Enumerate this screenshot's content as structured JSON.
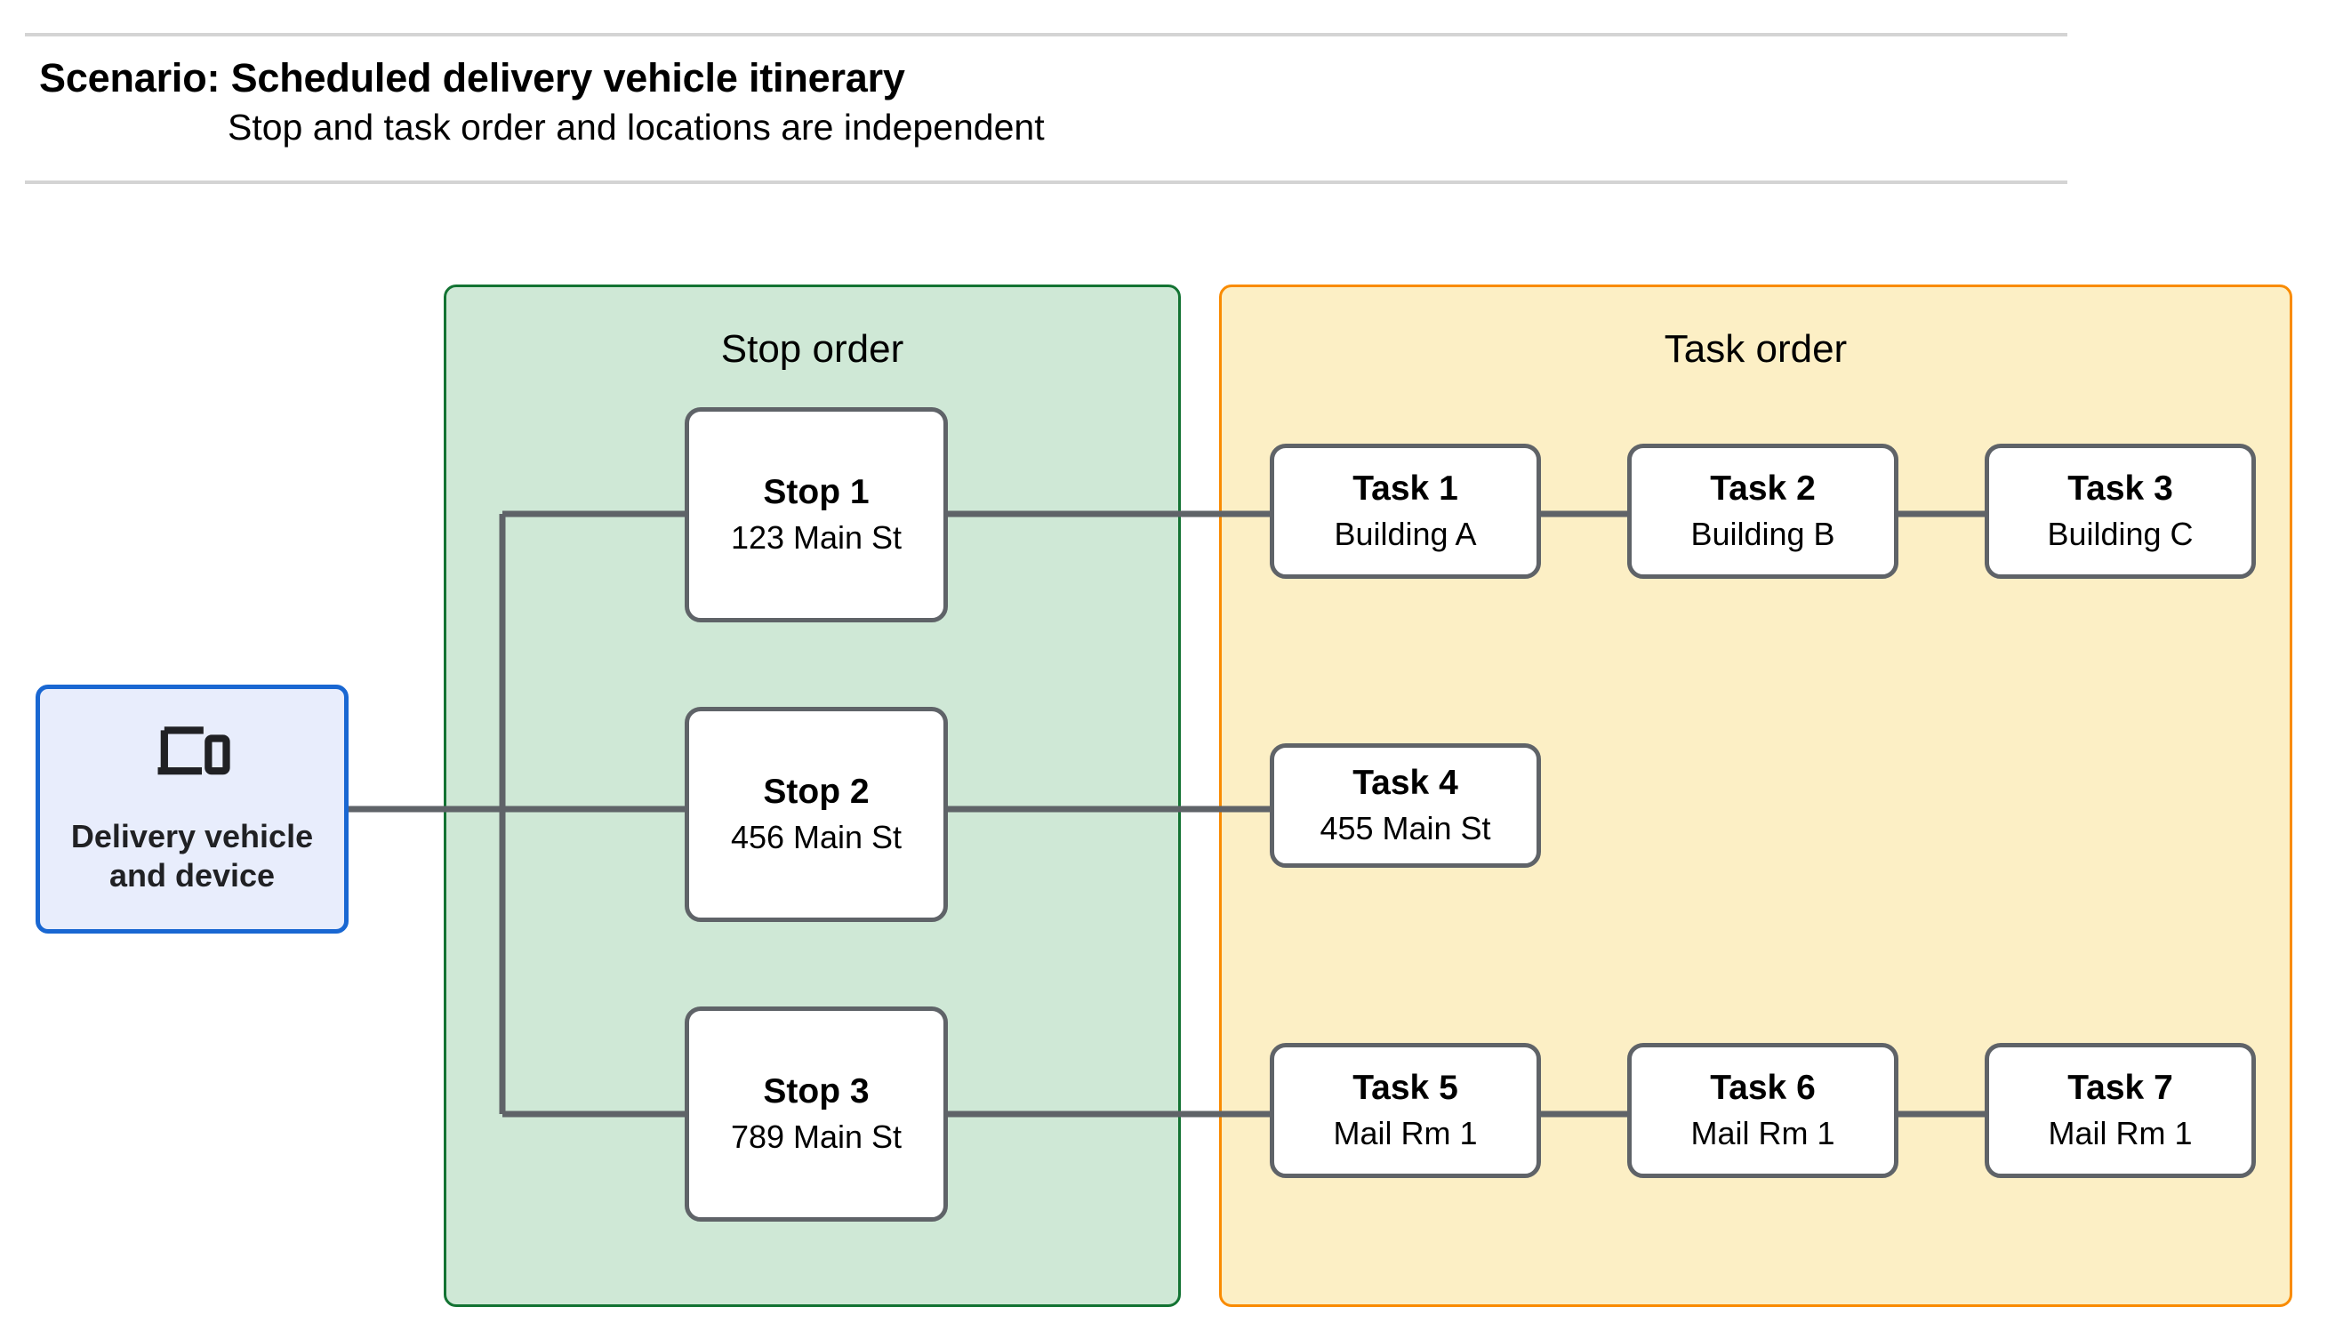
{
  "header": {
    "title": "Scenario: Scheduled delivery vehicle itinerary",
    "subtitle": "Stop and task order and locations are independent"
  },
  "device": {
    "icon": "devices-laptop-phone-icon",
    "label_line1": "Delivery vehicle",
    "label_line2": "and device"
  },
  "panels": {
    "stop_order": {
      "title": "Stop order",
      "fill_color": "#cfe8d6",
      "border_color": "#137333"
    },
    "task_order": {
      "title": "Task order",
      "fill_color": "#fcefc5",
      "border_color": "#f98b02"
    }
  },
  "stops": [
    {
      "title": "Stop 1",
      "location": "123 Main St"
    },
    {
      "title": "Stop 2",
      "location": "456 Main St"
    },
    {
      "title": "Stop 3",
      "location": "789 Main St"
    }
  ],
  "tasks": [
    {
      "title": "Task 1",
      "location": "Building A"
    },
    {
      "title": "Task 2",
      "location": "Building B"
    },
    {
      "title": "Task 3",
      "location": "Building C"
    },
    {
      "title": "Task 4",
      "location": "455 Main St"
    },
    {
      "title": "Task 5",
      "location": "Mail Rm 1"
    },
    {
      "title": "Task 6",
      "location": "Mail Rm 1"
    },
    {
      "title": "Task 7",
      "location": "Mail Rm 1"
    }
  ],
  "colors": {
    "node_border": "#5f6368",
    "node_fill": "#ffffff",
    "connector": "#5f6368",
    "device_fill": "#e8edfc",
    "device_border": "#1967d2",
    "rule": "#d4d4d4"
  },
  "chart_data": {
    "type": "diagram",
    "title": "Scenario: Scheduled delivery vehicle itinerary",
    "subtitle": "Stop and task order and locations are independent",
    "nodes": [
      {
        "id": "device",
        "label": "Delivery vehicle and device",
        "group": "root"
      },
      {
        "id": "stop1",
        "label": "Stop 1",
        "sublabel": "123 Main St",
        "group": "Stop order"
      },
      {
        "id": "stop2",
        "label": "Stop 2",
        "sublabel": "456 Main St",
        "group": "Stop order"
      },
      {
        "id": "stop3",
        "label": "Stop 3",
        "sublabel": "789 Main St",
        "group": "Stop order"
      },
      {
        "id": "task1",
        "label": "Task 1",
        "sublabel": "Building A",
        "group": "Task order"
      },
      {
        "id": "task2",
        "label": "Task 2",
        "sublabel": "Building B",
        "group": "Task order"
      },
      {
        "id": "task3",
        "label": "Task 3",
        "sublabel": "Building C",
        "group": "Task order"
      },
      {
        "id": "task4",
        "label": "Task 4",
        "sublabel": "455 Main St",
        "group": "Task order"
      },
      {
        "id": "task5",
        "label": "Task 5",
        "sublabel": "Mail Rm 1",
        "group": "Task order"
      },
      {
        "id": "task6",
        "label": "Task 6",
        "sublabel": "Mail Rm 1",
        "group": "Task order"
      },
      {
        "id": "task7",
        "label": "Task 7",
        "sublabel": "Mail Rm 1",
        "group": "Task order"
      }
    ],
    "edges": [
      {
        "from": "device",
        "to": "stop1"
      },
      {
        "from": "device",
        "to": "stop2"
      },
      {
        "from": "device",
        "to": "stop3"
      },
      {
        "from": "stop1",
        "to": "task1"
      },
      {
        "from": "task1",
        "to": "task2"
      },
      {
        "from": "task2",
        "to": "task3"
      },
      {
        "from": "stop2",
        "to": "task4"
      },
      {
        "from": "stop3",
        "to": "task5"
      },
      {
        "from": "task5",
        "to": "task6"
      },
      {
        "from": "task6",
        "to": "task7"
      }
    ]
  }
}
